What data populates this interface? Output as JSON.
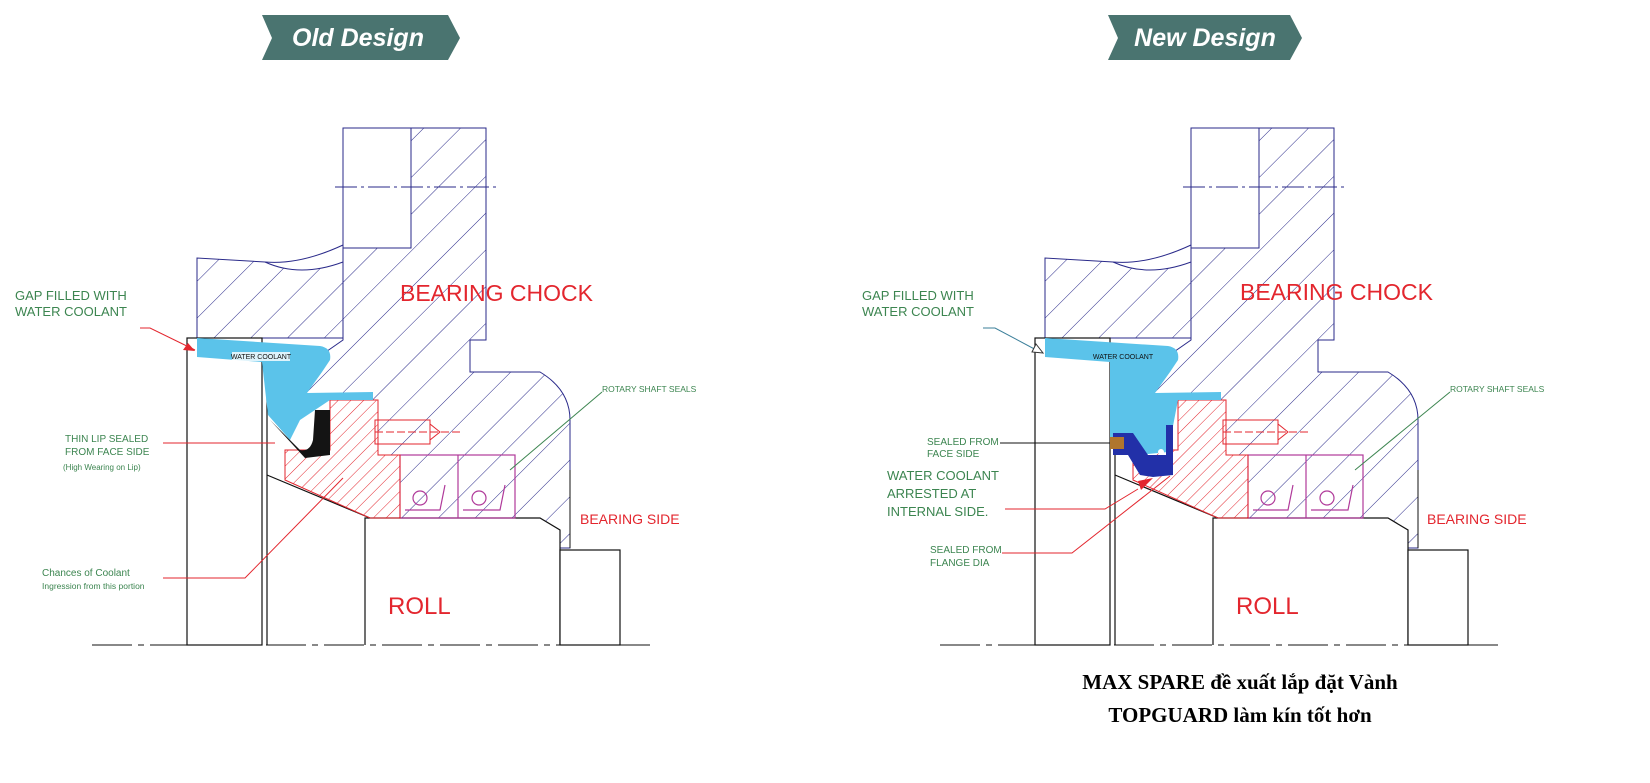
{
  "colors": {
    "banner": "#4a7470",
    "label_green": "#3c8550",
    "label_red": "#e3262e",
    "coolant": "#5bc3ea",
    "seal_red": "#e3262e",
    "new_seal_blue": "#2230a8",
    "new_seal_brown": "#b0762e"
  },
  "old_design": {
    "title": "Old Design",
    "bearing_chock": "BEARING CHOCK",
    "bearing_side": "BEARING SIDE",
    "roll": "ROLL",
    "water_coolant_tag": "WATER COOLANT",
    "gap_label": [
      "GAP FILLED WITH",
      "WATER COOLANT"
    ],
    "lip_label": [
      "THIN LIP SEALED",
      "FROM FACE SIDE",
      "(High Wearing on Lip)"
    ],
    "chances_label": [
      "Chances of Coolant",
      "Ingression from this portion"
    ],
    "rotary_label": "ROTARY SHAFT SEALS"
  },
  "new_design": {
    "title": "New Design",
    "bearing_chock": "BEARING CHOCK",
    "bearing_side": "BEARING SIDE",
    "roll": "ROLL",
    "water_coolant_tag": "WATER COOLANT",
    "gap_label": [
      "GAP FILLED WITH",
      "WATER COOLANT"
    ],
    "face_label": [
      "SEALED FROM",
      "FACE SIDE"
    ],
    "arrested_label": [
      "WATER COOLANT",
      "ARRESTED AT",
      "INTERNAL SIDE."
    ],
    "flange_label": [
      "SEALED FROM",
      "FLANGE DIA"
    ],
    "rotary_label": "ROTARY SHAFT SEALS"
  },
  "caption": [
    "MAX SPARE đề xuất lắp đặt Vành",
    "TOPGUARD làm kín tốt hơn"
  ]
}
